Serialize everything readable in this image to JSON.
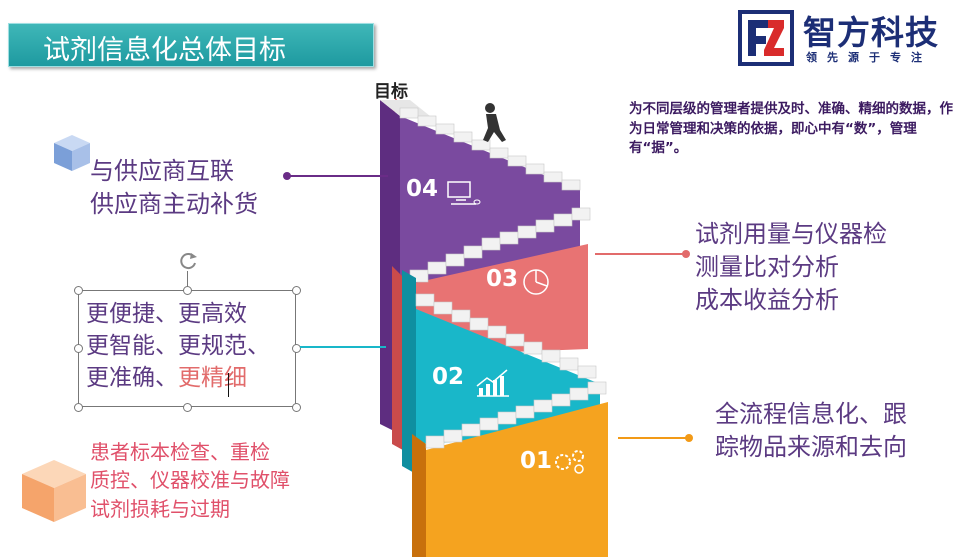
{
  "slide_title": "试剂信息化总体目标",
  "logo": {
    "name": "智方科技",
    "slogan": "领先源于专注",
    "brand_color": "#1c2e76"
  },
  "goal_label": "目标",
  "steps": [
    {
      "number": "01",
      "icon": "gears-icon",
      "color": "#f29a17"
    },
    {
      "number": "02",
      "icon": "growth-chart-icon",
      "color": "#19b7c9"
    },
    {
      "number": "03",
      "icon": "pie-chart-icon",
      "color": "#e26b6b"
    },
    {
      "number": "04",
      "icon": "computer-icon",
      "color": "#7b4a9c"
    }
  ],
  "goal_note": "为不同层级的管理者提供及时、准确、精细的数据，作为日常管理和决策的依据，即心中有“数”，管理有“据”。",
  "left_items": {
    "supplier": {
      "line1": "与供应商互联",
      "line2": "供应商主动补货"
    },
    "efficiency": {
      "line1": "更便捷、更高效",
      "line2": "更智能、更规范、",
      "line3_prefix": "更准确、",
      "line3_highlight": "更精细"
    },
    "quality": {
      "line1": "患者标本检查、重检",
      "line2": "质控、仪器校准与故障",
      "line3": "试剂损耗与过期"
    }
  },
  "right_items": {
    "analysis": {
      "line1": "试剂用量与仪器检",
      "line2": "测量比对分析",
      "line3": "成本收益分析"
    },
    "tracking": {
      "line1": "全流程信息化、跟",
      "line2": "踪物品来源和去向"
    }
  },
  "colors": {
    "purple": "#6a2c87",
    "cyan": "#19b7c9",
    "coral": "#e26b6b",
    "orange": "#f29a17",
    "title_teal": "#2aa6ab"
  }
}
